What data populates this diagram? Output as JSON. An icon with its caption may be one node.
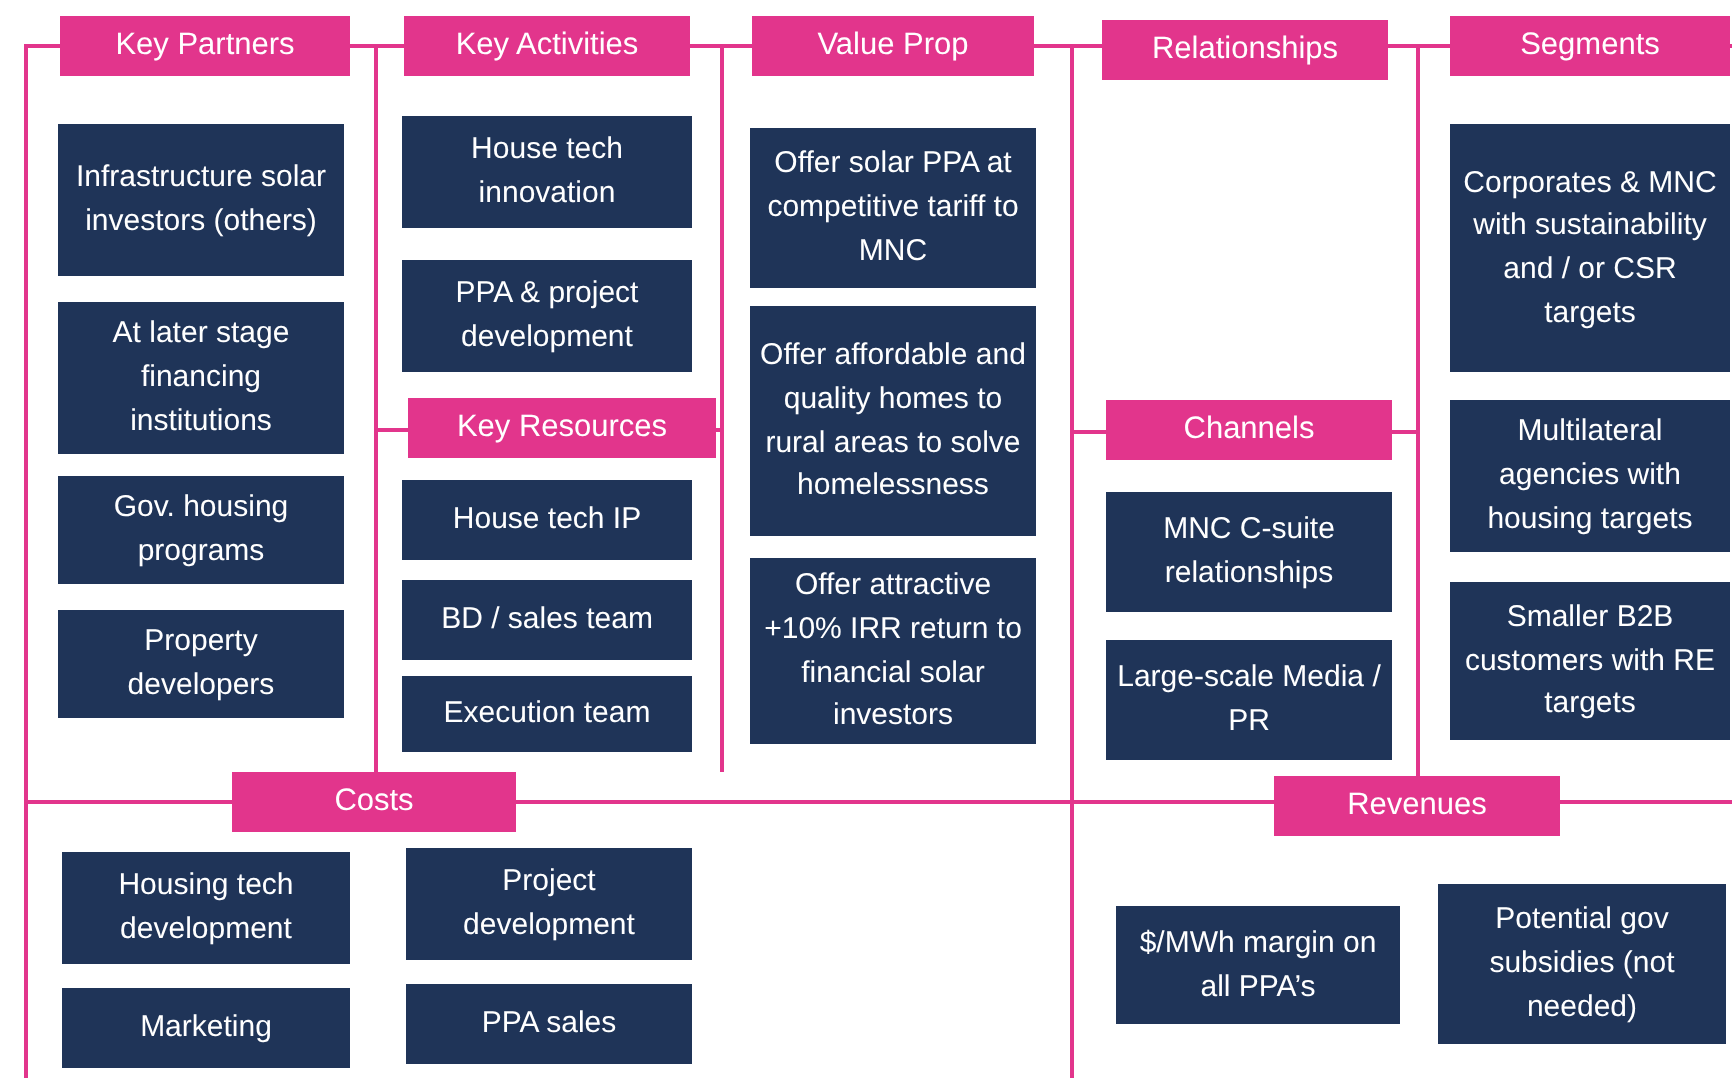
{
  "diagram": {
    "nodes": [
      {
        "text": [
          "Key Partners"
        ]
      },
      {
        "text": [
          "Infrastructure solar investors (others)"
        ],
        "in": 0
      },
      {
        "text": [
          "At later stage financing institutions"
        ],
        "in": 0
      },
      {
        "text": [
          "Gov. housing programs"
        ],
        "in": 0
      },
      {
        "text": [
          "Property developers"
        ],
        "in": 0
      },
      {
        "text": [
          "Key Activities"
        ]
      },
      {
        "text": [
          "House tech innovation"
        ],
        "in": 5
      },
      {
        "text": [
          "PPA & project development"
        ],
        "in": 5
      },
      {
        "text": [
          "Key Resources"
        ]
      },
      {
        "text": [
          "House tech IP"
        ],
        "in": 8
      },
      {
        "text": [
          "BD / sales team"
        ],
        "in": 8
      },
      {
        "text": [
          "Execution team"
        ],
        "in": 8
      },
      {
        "text": [
          "Value Prop"
        ]
      },
      {
        "text": [
          "Offer solar PPA at competitive tariff to MNC"
        ],
        "in": 12
      },
      {
        "text": [
          "Offer affordable and quality homes to rural areas to solve homelessness"
        ],
        "in": 12
      },
      {
        "text": [
          "Offer attractive +10% IRR return to financial solar investors"
        ],
        "in": 12
      },
      {
        "text": [
          "Relationships"
        ]
      },
      {
        "text": [
          "Channels"
        ]
      },
      {
        "text": [
          "MNC C-suite relationships"
        ],
        "in": 17
      },
      {
        "text": [
          "Large-scale Media / PR"
        ],
        "in": 17
      },
      {
        "text": [
          "Segments"
        ]
      },
      {
        "text": [
          "Corporates & MNC with sustainability and / or CSR targets"
        ],
        "in": 20
      },
      {
        "text": [
          "Multilateral agencies with housing targets"
        ],
        "in": 20
      },
      {
        "text": [
          "Smaller B2B customers with RE targets"
        ],
        "in": 20
      },
      {
        "text": [
          "Costs"
        ]
      },
      {
        "text": [
          "Housing tech development"
        ],
        "in": 24
      },
      {
        "text": [
          "Project development"
        ],
        "in": 24
      },
      {
        "text": [
          "Marketing"
        ],
        "in": 24
      },
      {
        "text": [
          "PPA sales"
        ],
        "in": 24
      },
      {
        "text": [
          "Revenues"
        ]
      },
      {
        "text": [
          "$/MWh margin on all PPA’s"
        ],
        "in": 29
      },
      {
        "text": [
          "Potential gov subsidies (not needed)"
        ],
        "in": 29
      }
    ]
  }
}
